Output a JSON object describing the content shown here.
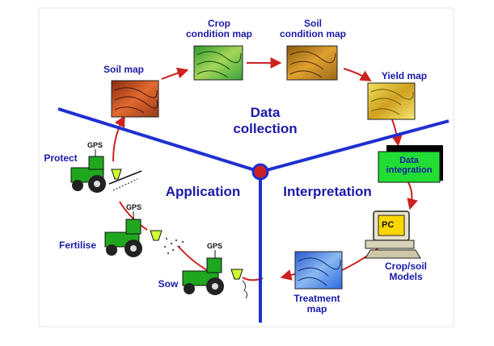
{
  "sections": {
    "data_collection": [
      "Data",
      "collection"
    ],
    "interpretation": "Interpretation",
    "application": "Application"
  },
  "nodes": {
    "crop_condition_map": [
      "Crop",
      "condition map"
    ],
    "soil_condition_map": [
      "Soil",
      "condition map"
    ],
    "yield_map": "Yield map",
    "soil_map": "Soil map",
    "data_integration": [
      "Data",
      "integration"
    ],
    "crop_soil_models": [
      "Crop/soil",
      "Models"
    ],
    "treatment_map": [
      "Treatment",
      "map"
    ],
    "protect": "Protect",
    "fertilise": "Fertilise",
    "sow": "Sow",
    "gps": "GPS",
    "pc": "PC"
  },
  "colors": {
    "cycle_arrow": "#cc2222",
    "divider": "#1f2fd0",
    "label": "#1a1aa6",
    "data_integration_box": "#22dd33",
    "tractor_green": "#1fa81f"
  }
}
